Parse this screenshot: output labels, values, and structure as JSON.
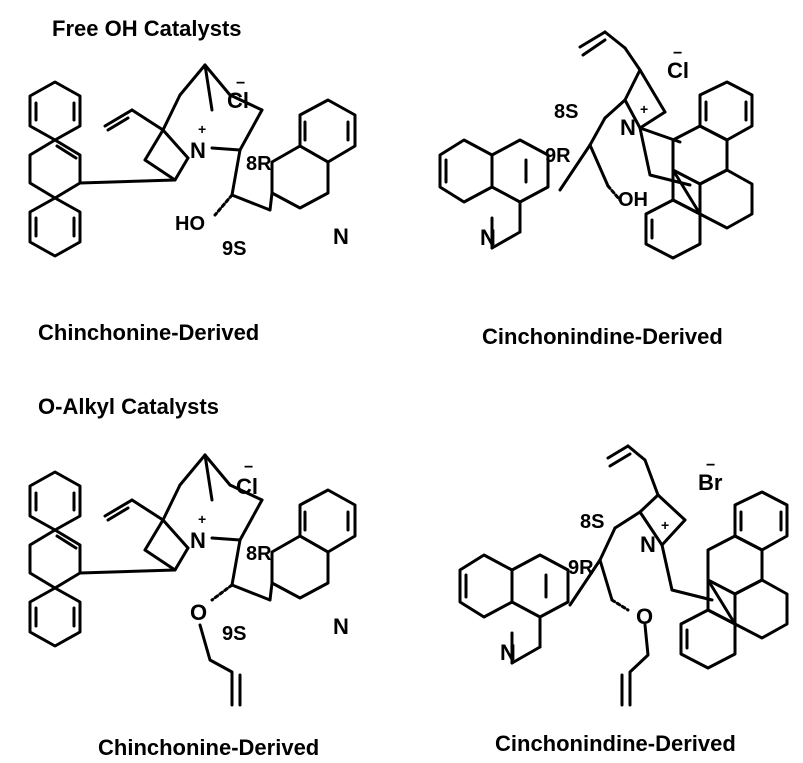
{
  "sections": {
    "free_oh": "Free OH Catalysts",
    "o_alkyl": "O-Alkyl Catalysts"
  },
  "captions": {
    "tl": "Chinchonine-Derived",
    "tr": "Cinchonindine-Derived",
    "bl": "Chinchonine-Derived",
    "br": "Cinchonindine-Derived"
  },
  "atoms": {
    "N": "N",
    "Cl": "Cl",
    "Br": "Br",
    "OH": "OH",
    "HO": "HO",
    "O": "O",
    "plus": "+",
    "minus": "−"
  },
  "stereo": {
    "r8": "8R",
    "s9": "9S",
    "s8": "8S",
    "r9": "9R"
  }
}
